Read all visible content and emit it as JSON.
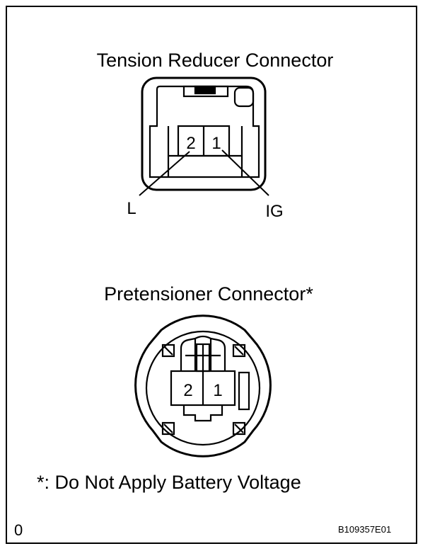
{
  "tension_reducer": {
    "title": "Tension Reducer Connector",
    "pin_2": "2",
    "pin_1": "1",
    "label_left": "L",
    "label_right": "IG"
  },
  "pretensioner": {
    "title": "Pretensioner Connector*",
    "pin_2": "2",
    "pin_1": "1"
  },
  "note": "*: Do Not Apply Battery Voltage",
  "corner_mark": "0",
  "figure_code": "B109357E01"
}
